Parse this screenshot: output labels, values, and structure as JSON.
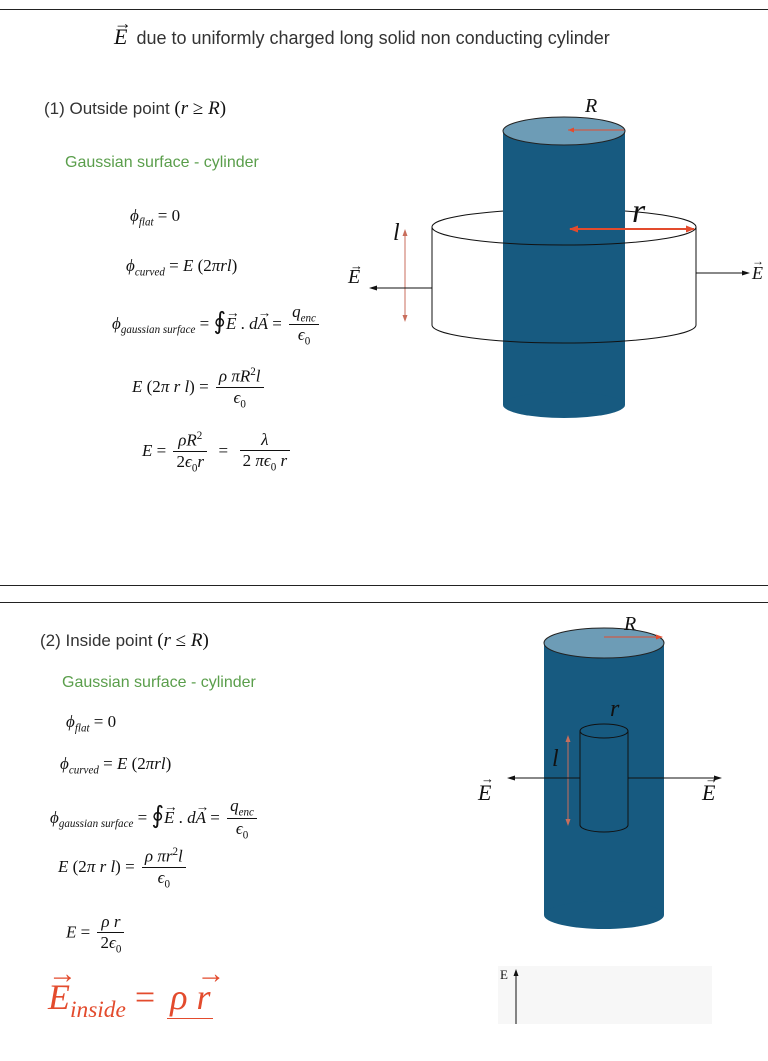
{
  "slide1": {
    "title_text": "due to uniformly charged long solid non conducting cylinder",
    "title_symbol": "E",
    "heading": "(1) Outside point",
    "heading_condition": "(r ≥ R)",
    "gauss_label": "Gaussian surface - cylinder",
    "eq_flat": "ϕflat = 0",
    "eq_curved": "ϕcurved = E (2πrl)",
    "eq_gauss": "ϕgaussian surface = ∮ E . dA = qenc / ϵ0",
    "eq_step": "E (2π r l) = ρ πR²l / ϵ0",
    "eq_result": "E = ρR² / 2ϵ0r = λ / 2 πϵ0 r",
    "diagram_labels": {
      "R": "R",
      "r": "r",
      "l": "l",
      "E_left": "E",
      "E_right": "E"
    }
  },
  "slide2": {
    "heading": "(2) Inside point",
    "heading_condition": "(r ≤ R)",
    "gauss_label": "Gaussian surface - cylinder",
    "eq_flat": "ϕflat = 0",
    "eq_curved": "ϕcurved = E (2πrl)",
    "eq_gauss": "ϕgaussian surface = ∮ E . dA = qenc / ϵ0",
    "eq_step": "E (2π r l) = ρ πr²l / ϵ0",
    "eq_result": "E = ρ r / 2ϵ0",
    "eq_final": "E inside = ρ r / …",
    "diagram_labels": {
      "R": "R",
      "r": "r",
      "l": "l",
      "E_left": "E",
      "E_right": "E"
    },
    "graph_axis_label": "E"
  },
  "colors": {
    "cylinder": "#175a80",
    "cylinder_top": "#6d9cb6",
    "arrow_red": "#e34b2d",
    "green_text": "#5a9e4b"
  }
}
